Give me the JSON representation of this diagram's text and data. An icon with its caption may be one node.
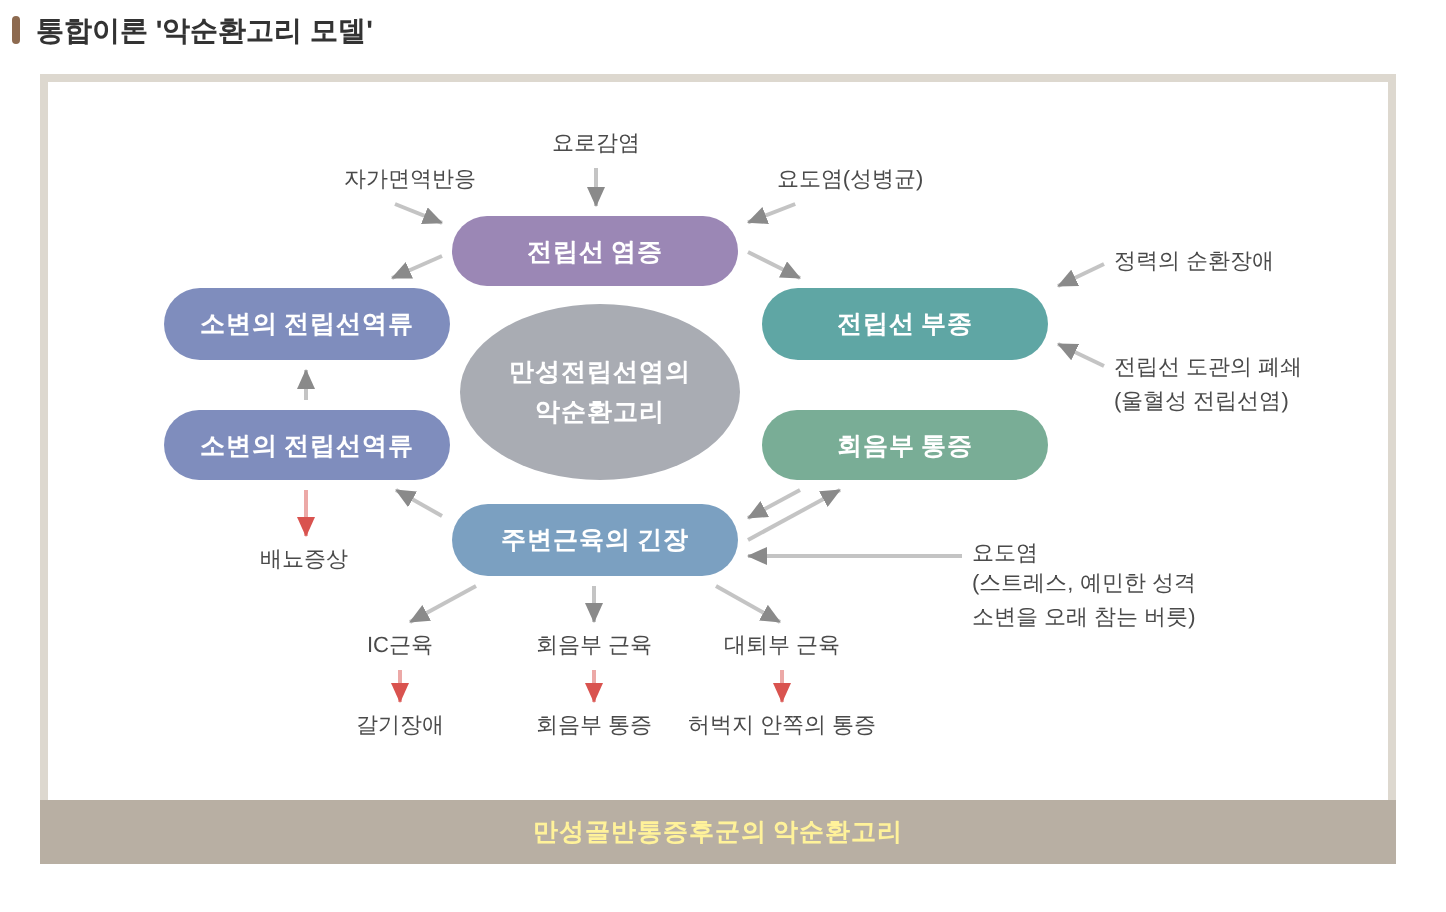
{
  "diagram": {
    "title": "통합이론 '악순환고리 모델'",
    "nodes": [
      {
        "text": [
          "요로감염"
        ]
      },
      {
        "text": [
          "자가면역반응"
        ]
      },
      {
        "text": [
          "요도염(성병균)"
        ]
      },
      {
        "text": [
          "전립선 염증"
        ]
      },
      {
        "text": [
          "정력의 순환장애"
        ]
      },
      {
        "text": [
          "소변의 전립선역류"
        ]
      },
      {
        "text": [
          "만성전립선염의 악순환고리"
        ]
      },
      {
        "text": [
          "전립선 부종"
        ]
      },
      {
        "text": [
          "전립선 도관의 폐쇄 (울혈성 전립선염)"
        ]
      },
      {
        "text": [
          "소변의 전립선역류"
        ]
      },
      {
        "text": [
          "회음부 통증"
        ]
      },
      {
        "text": [
          "배뇨증상"
        ]
      },
      {
        "text": [
          "주변근육의 긴장"
        ]
      },
      {
        "text": [
          "요도염",
          "(스트레스, 예민한 성격 소변을 오래 참는 버릇)"
        ]
      },
      {
        "text": [
          "IC근육"
        ]
      },
      {
        "text": [
          "회음부 근육"
        ]
      },
      {
        "text": [
          "대퇴부 근육"
        ]
      },
      {
        "text": [
          "갈기장애"
        ]
      },
      {
        "text": [
          "회음부 통증"
        ]
      },
      {
        "text": [
          "허벅지 안쪽의 통증"
        ]
      },
      {
        "text": [
          "만성골반통증후군의 악순환고리"
        ]
      }
    ],
    "edges": [
      {
        "from": 0,
        "to": 3,
        "arrow": "to"
      },
      {
        "from": 1,
        "to": 3,
        "arrow": "to"
      },
      {
        "from": 2,
        "to": 3,
        "arrow": "to"
      },
      {
        "from": 3,
        "to": 5,
        "arrow": "to"
      },
      {
        "from": 3,
        "to": 7,
        "arrow": "to"
      },
      {
        "from": 4,
        "to": 7,
        "arrow": "to"
      },
      {
        "from": 8,
        "to": 7,
        "arrow": "to"
      },
      {
        "from": 9,
        "to": 5,
        "arrow": "to"
      },
      {
        "from": 9,
        "to": 11,
        "arrow": "to",
        "color": "#d9534f"
      },
      {
        "from": 12,
        "to": 9,
        "arrow": "to"
      },
      {
        "from": 10,
        "to": 12,
        "arrow": "to"
      },
      {
        "from": 12,
        "to": 10,
        "arrow": "to"
      },
      {
        "from": 13,
        "to": 12,
        "arrow": "to"
      },
      {
        "from": 12,
        "to": 14,
        "arrow": "to"
      },
      {
        "from": 12,
        "to": 15,
        "arrow": "to"
      },
      {
        "from": 12,
        "to": 16,
        "arrow": "to"
      },
      {
        "from": 14,
        "to": 17,
        "arrow": "to",
        "color": "#d9534f"
      },
      {
        "from": 15,
        "to": 18,
        "arrow": "to",
        "color": "#d9534f"
      },
      {
        "from": 16,
        "to": 19,
        "arrow": "to",
        "color": "#d9534f"
      }
    ]
  }
}
